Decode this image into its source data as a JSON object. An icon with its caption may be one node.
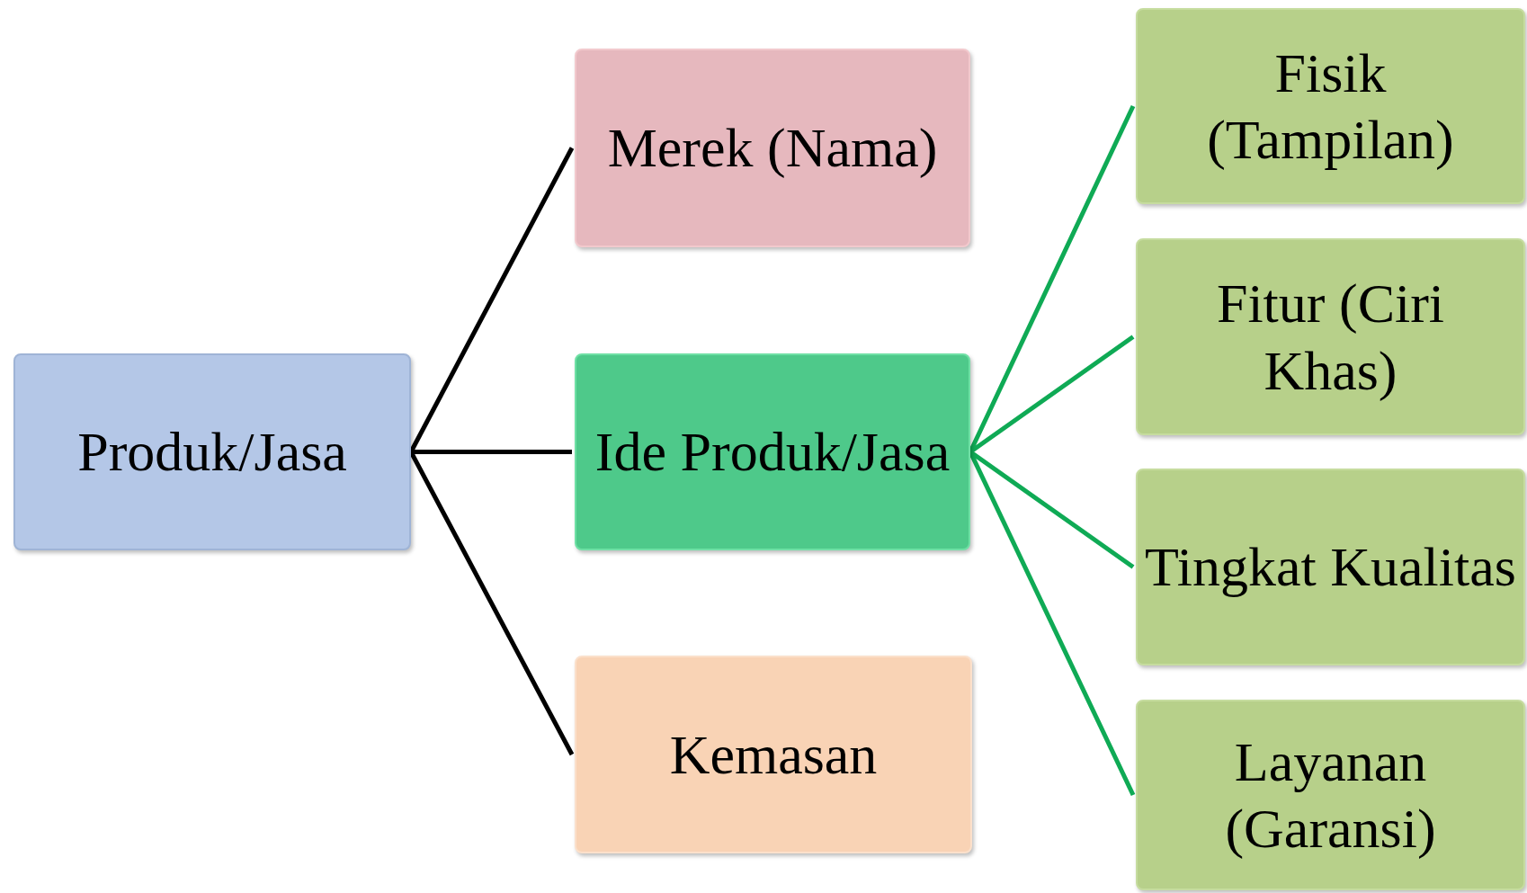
{
  "diagram": {
    "nodes": [
      {
        "text": [
          "Produk/Jasa"
        ]
      },
      {
        "text": [
          "Merek (Nama)"
        ]
      },
      {
        "text": [
          "Ide Produk/Jasa"
        ]
      },
      {
        "text": [
          "Kemasan"
        ]
      },
      {
        "text": [
          "Fisik (Tampilan)"
        ]
      },
      {
        "text": [
          "Fitur (Ciri Khas)"
        ]
      },
      {
        "text": [
          "Tingkat Kualitas"
        ]
      },
      {
        "text": [
          "Layanan (Garansi)"
        ]
      }
    ],
    "edges": [
      {
        "from": 0,
        "to": 1,
        "arrow": "none",
        "color": "#000000"
      },
      {
        "from": 0,
        "to": 2,
        "arrow": "none",
        "color": "#000000"
      },
      {
        "from": 0,
        "to": 3,
        "arrow": "none",
        "color": "#000000"
      },
      {
        "from": 2,
        "to": 4,
        "arrow": "none"
      },
      {
        "from": 2,
        "to": 5,
        "arrow": "none"
      },
      {
        "from": 2,
        "to": 6,
        "arrow": "none"
      },
      {
        "from": 2,
        "to": 7,
        "arrow": "none"
      }
    ]
  }
}
